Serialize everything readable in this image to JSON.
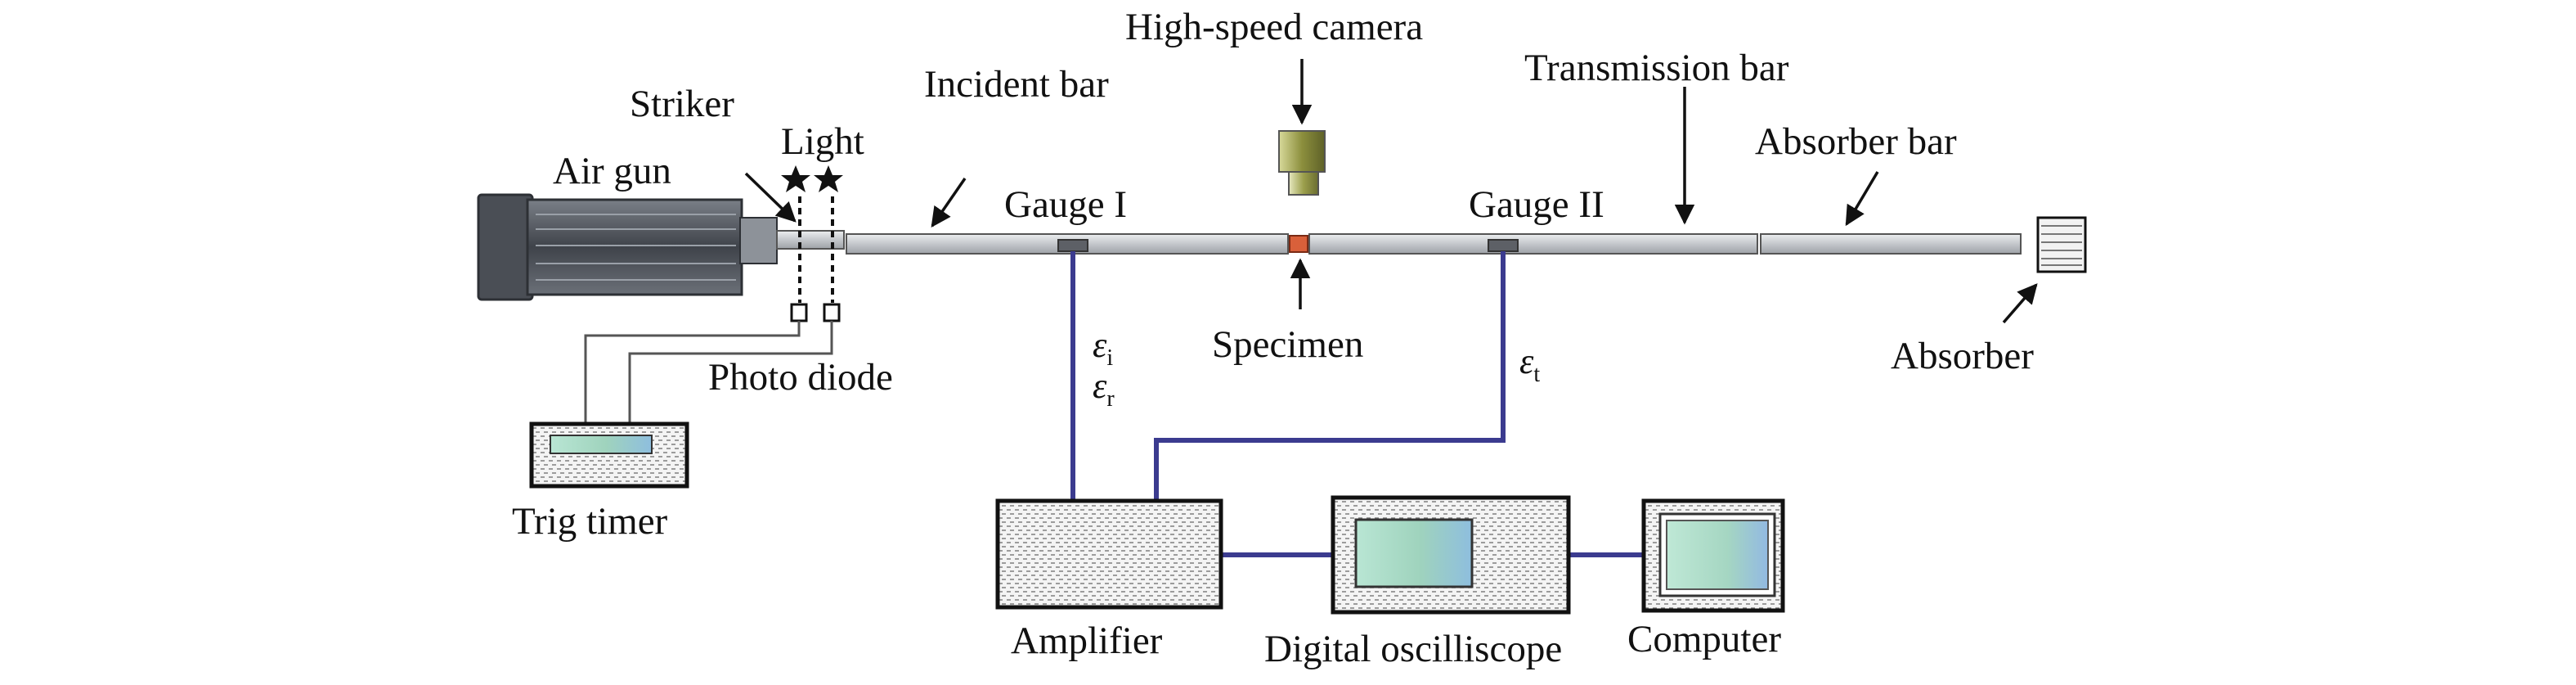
{
  "labels": {
    "air_gun": "Air gun",
    "striker": "Striker",
    "light": "Light",
    "incident_bar": "Incident bar",
    "high_speed_camera": "High-speed camera",
    "transmission_bar": "Transmission bar",
    "absorber_bar": "Absorber bar",
    "gauge_1": "Gauge I",
    "gauge_2": "Gauge II",
    "specimen": "Specimen",
    "absorber": "Absorber",
    "photo_diode": "Photo diode",
    "trig_timer": "Trig timer",
    "amplifier": "Amplifier",
    "digital_oscilloscope": "Digital oscilliscope",
    "computer": "Computer"
  },
  "signals": {
    "epsilon_symbol": "ε",
    "incident_sub": "i",
    "reflected_sub": "r",
    "transmitted_sub": "t"
  },
  "colors": {
    "cable": "#3b3b8f",
    "bar_fill": "#c9cbce",
    "gun_body": "#5a5e66",
    "specimen": "#d9603a",
    "camera_top": "#8c8f3d",
    "screen_left": "#a8dcc8",
    "screen_right": "#9cc4e0"
  },
  "icons": {
    "camera": "high-speed-camera-icon",
    "air_gun": "air-gun-icon",
    "light_source": "light-star-icon",
    "photo_diode": "photo-diode-icon",
    "absorber": "absorber-block-icon"
  }
}
